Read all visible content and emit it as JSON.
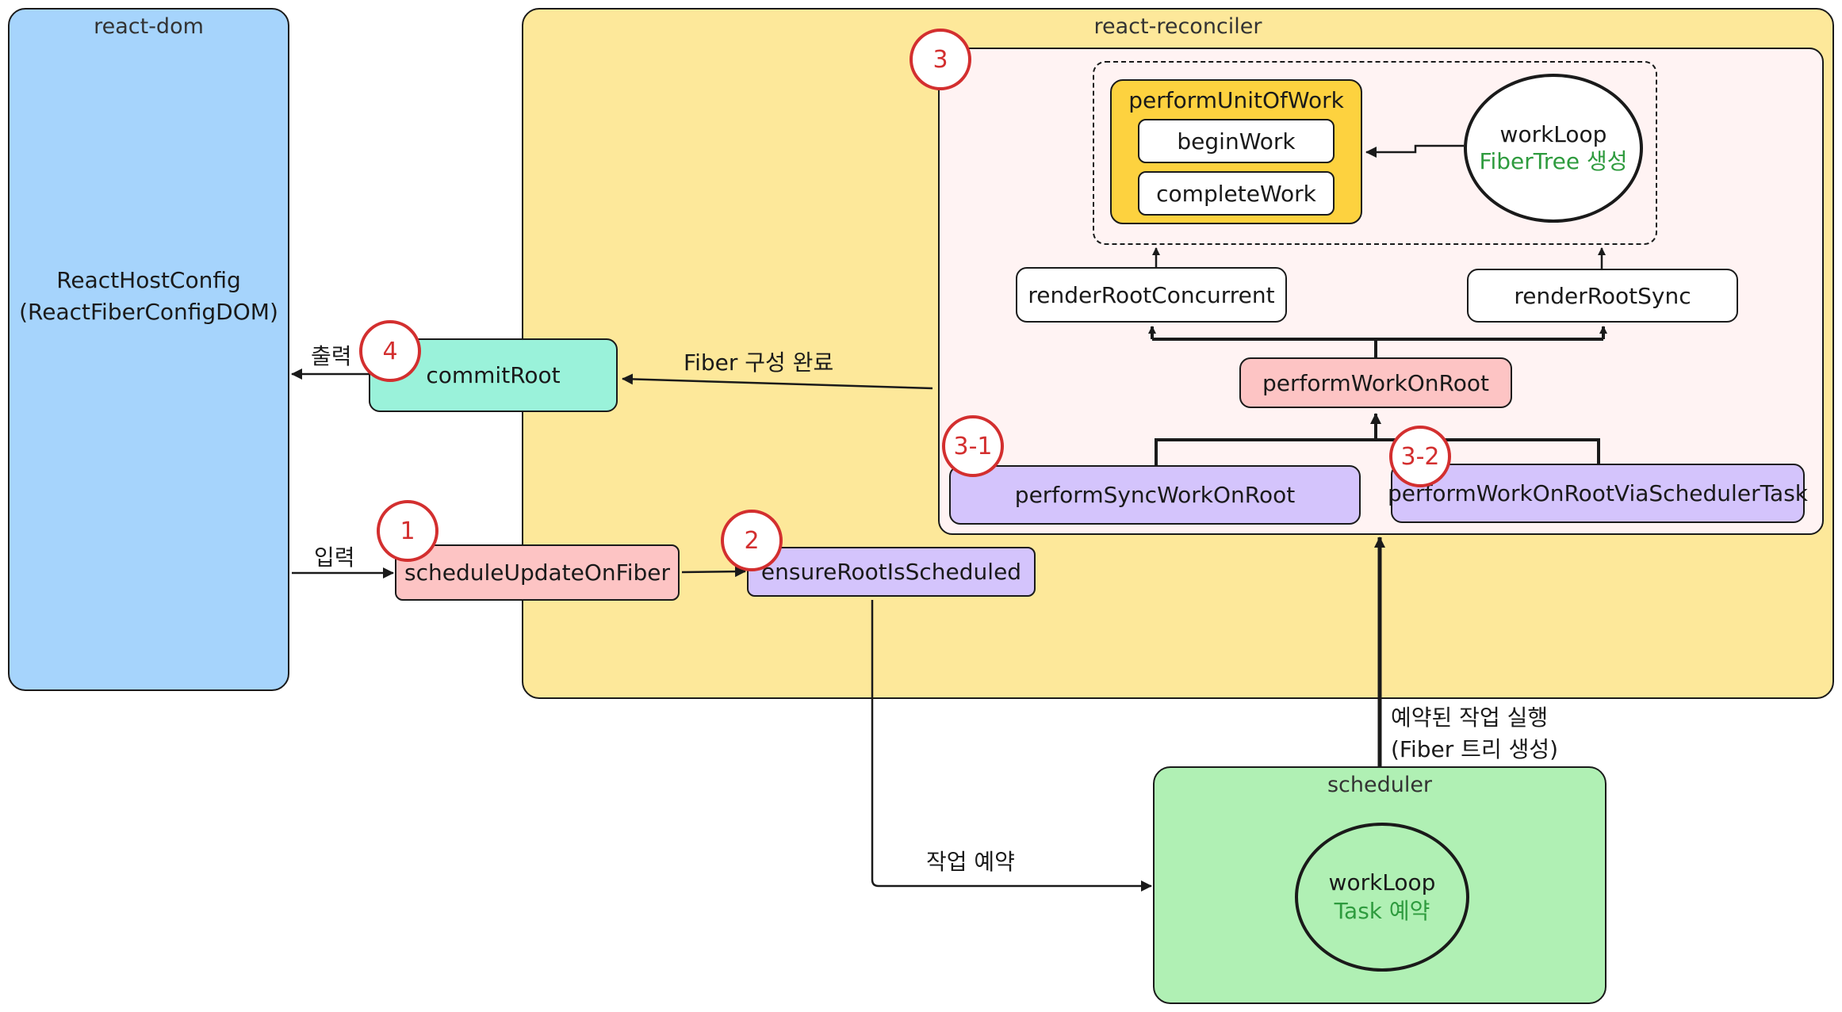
{
  "react_dom": {
    "title": "react-dom",
    "config_line1": "ReactHostConfig",
    "config_line2": "(ReactFiberConfigDOM)",
    "color": "#a6d4fc"
  },
  "reconciler": {
    "title": "react-reconciler",
    "color": "#fde89a",
    "inner_color": "#fff3f3"
  },
  "nodes": {
    "perform_unit_of_work": "performUnitOfWork",
    "begin_work": "beginWork",
    "complete_work": "completeWork",
    "work_loop": "workLoop",
    "work_loop_sub": "FiberTree 생성",
    "render_root_concurrent": "renderRootConcurrent",
    "render_root_sync": "renderRootSync",
    "perform_work_on_root": "performWorkOnRoot",
    "perform_sync_work_on_root": "performSyncWorkOnRoot",
    "perform_work_via_scheduler": "performWorkOnRootViaSchedulerTask",
    "commit_root": "commitRoot",
    "schedule_update_on_fiber": "scheduleUpdateOnFiber",
    "ensure_root_is_scheduled": "ensureRootIsScheduled"
  },
  "scheduler": {
    "title": "scheduler",
    "work_loop": "workLoop",
    "work_loop_sub": "Task 예약",
    "color": "#b0f0b4"
  },
  "badges": {
    "b1": "1",
    "b2": "2",
    "b3": "3",
    "b3_1": "3-1",
    "b3_2": "3-2",
    "b4": "4"
  },
  "labels": {
    "output": "출력",
    "input": "입력",
    "fiber_done": "Fiber 구성 완료",
    "schedule_task": "작업 예약",
    "run_task_line1": "예약된 작업 실행",
    "run_task_line2": "(Fiber 트리 생성)"
  },
  "colors": {
    "perform_unit_of_work": "#fdd23f",
    "perform_work_on_root": "#fdc4c4",
    "purple": "#d4c4fc",
    "commit_root": "#9af2da",
    "schedule_update": "#fdc4c4",
    "badge": "#d32f2f",
    "green_text": "#2e9b3e"
  }
}
